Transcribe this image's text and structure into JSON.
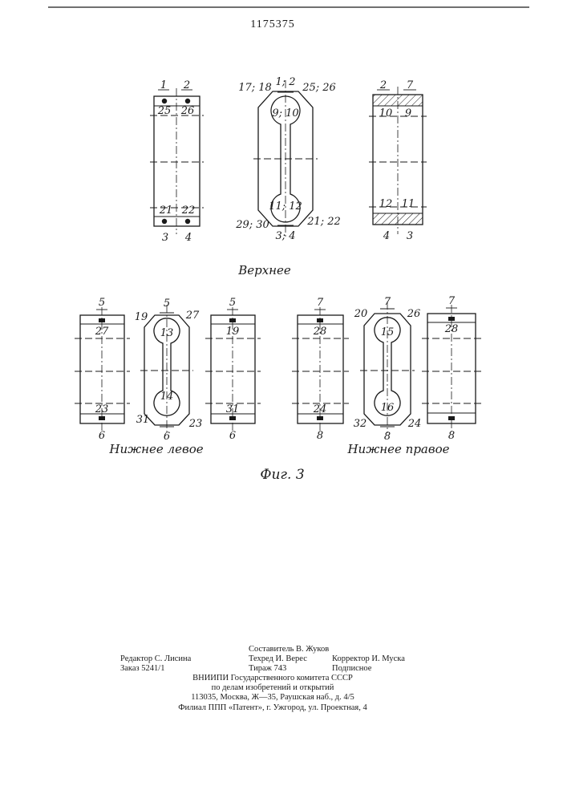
{
  "patent_number": "1175375",
  "fig_caption": "Фиг. 3",
  "section_labels": {
    "top": "Верхнее",
    "lower_left": "Нижнее левое",
    "lower_right": "Нижнее правое"
  },
  "top_row": {
    "left": {
      "top": [
        "1",
        "2"
      ],
      "inner_top": [
        "25",
        "26"
      ],
      "inner_bottom": [
        "21",
        "22"
      ],
      "bottom": [
        "3",
        "4"
      ]
    },
    "center": {
      "top": "1; 2",
      "tl": "17; 18",
      "tr": "25; 26",
      "hole_top": "9; 10",
      "hole_bottom": "11; 12",
      "bl": "29; 30",
      "br": "21; 22",
      "bottom": "3; 4"
    },
    "right": {
      "top": [
        "2",
        "7"
      ],
      "inner_top": [
        "10",
        "9"
      ],
      "inner_bottom": [
        "12",
        "11"
      ],
      "bottom": [
        "4",
        "3"
      ]
    }
  },
  "lower_left": {
    "left": {
      "top": "5",
      "inner_top": "27",
      "inner_bottom": "23",
      "bottom": "6"
    },
    "center": {
      "top": "5",
      "tl": "19",
      "tr": "27",
      "hole_top": "13",
      "hole_bottom": "14",
      "bl": "31",
      "br": "23",
      "bottom": "6"
    },
    "right": {
      "top": "5",
      "inner_top": "19",
      "inner_bottom": "31",
      "bottom": "6"
    }
  },
  "lower_right": {
    "left": {
      "top": "7",
      "inner_top": "28",
      "inner_bottom": "24",
      "bottom": "8"
    },
    "center": {
      "top": "7",
      "tl": "20",
      "tr": "26",
      "hole_top": "15",
      "hole_bottom": "16",
      "bl": "32",
      "br": "24",
      "bottom": "8"
    },
    "right": {
      "top": "7",
      "inner_top": "28",
      "bottom": "8"
    }
  },
  "imprint": {
    "compiler": "Составитель В. Жуков",
    "editor": "Редактор С. Лисина",
    "techred": "Техред И. Верес",
    "corrector": "Корректор И. Муска",
    "order": "Заказ 5241/1",
    "circulation": "Тираж 743",
    "subscription": "Подписное",
    "org1": "ВНИИПИ Государственного комитета СССР",
    "org2": "по делам изобретений и открытий",
    "address": "113035, Москва, Ж—35, Раушская наб., д. 4/5",
    "branch": "Филиал ППП «Патент», г. Ужгород, ул. Проектная, 4"
  }
}
